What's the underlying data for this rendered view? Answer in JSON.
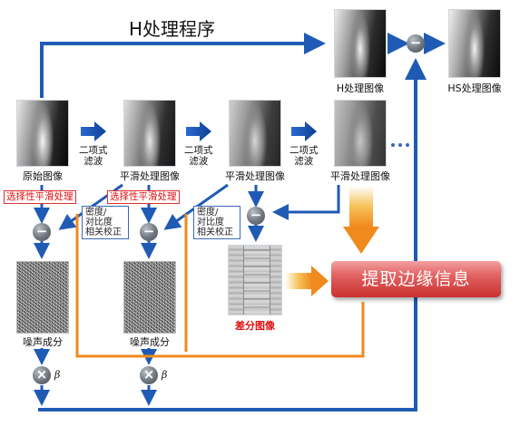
{
  "title": "H处理程序",
  "images": {
    "original": "原始图像",
    "smooth": "平滑处理图像",
    "h": "H处理图像",
    "hs": "HS处理图像",
    "diff": "差分图像",
    "noise": "噪声成分"
  },
  "filter": {
    "line1": "二项式",
    "line2": "滤波"
  },
  "selective": "选择性平滑处理",
  "correction": {
    "line1": "密度/",
    "line2": "对比度",
    "line3": "相关校正"
  },
  "ops": {
    "minus": "−",
    "times": "×",
    "beta": "β"
  },
  "edge_box": "提取边缘信息",
  "colors": {
    "blue": "#1f5bb5",
    "orange": "#f08a1c",
    "red": "#e01010"
  }
}
